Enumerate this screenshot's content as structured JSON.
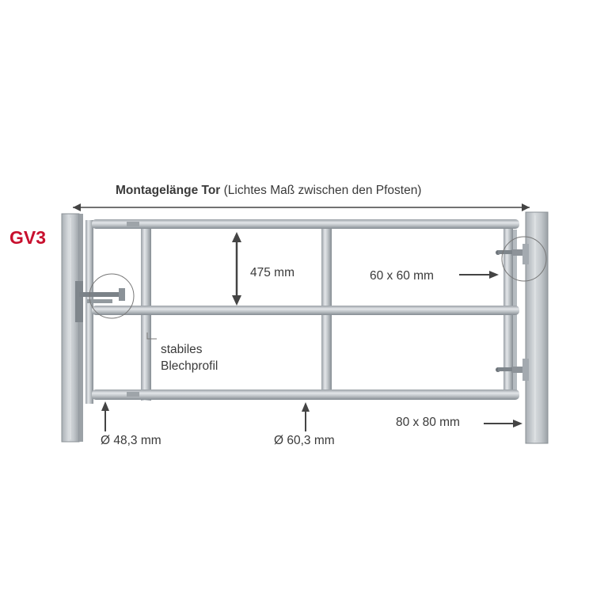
{
  "model": "GV3",
  "title": {
    "bold": "Montagelänge Tor",
    "rest": "(Lichtes Maß zwischen den Pfosten)"
  },
  "labels": {
    "height": "475 mm",
    "hinge_post": "60 x 60 mm",
    "profile_line1": "stabiles",
    "profile_line2": "Blechprofil",
    "post": "80 x 80 mm",
    "tube_small": "Ø 48,3 mm",
    "tube_large": "Ø 60,3 mm"
  },
  "colors": {
    "steel_light": "#d6dade",
    "steel_mid": "#b7bcc1",
    "steel_dark": "#8f969c",
    "arrow": "#444444",
    "model": "#c8102e"
  }
}
